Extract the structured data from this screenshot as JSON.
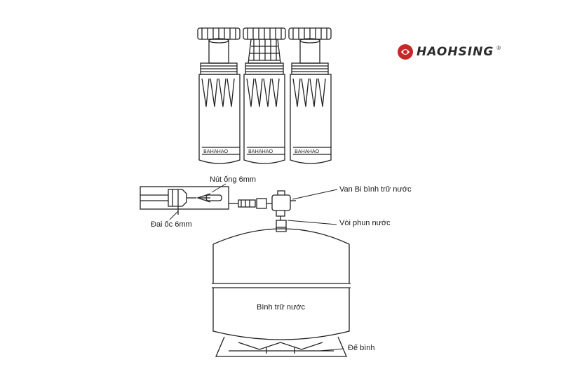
{
  "brand": {
    "name": "HAOHSING",
    "registered": "®",
    "color": "#c62828"
  },
  "labels": {
    "tube_cap": "Nút ống 6mm",
    "nut": "Đai ốc 6mm",
    "ball_valve": "Van Bi bình trữ nước",
    "nozzle": "Vòi phun nước",
    "tank": "Bình trữ nước",
    "tank_base": "Đế bình"
  },
  "colors": {
    "line": "#222222",
    "background": "#ffffff"
  }
}
